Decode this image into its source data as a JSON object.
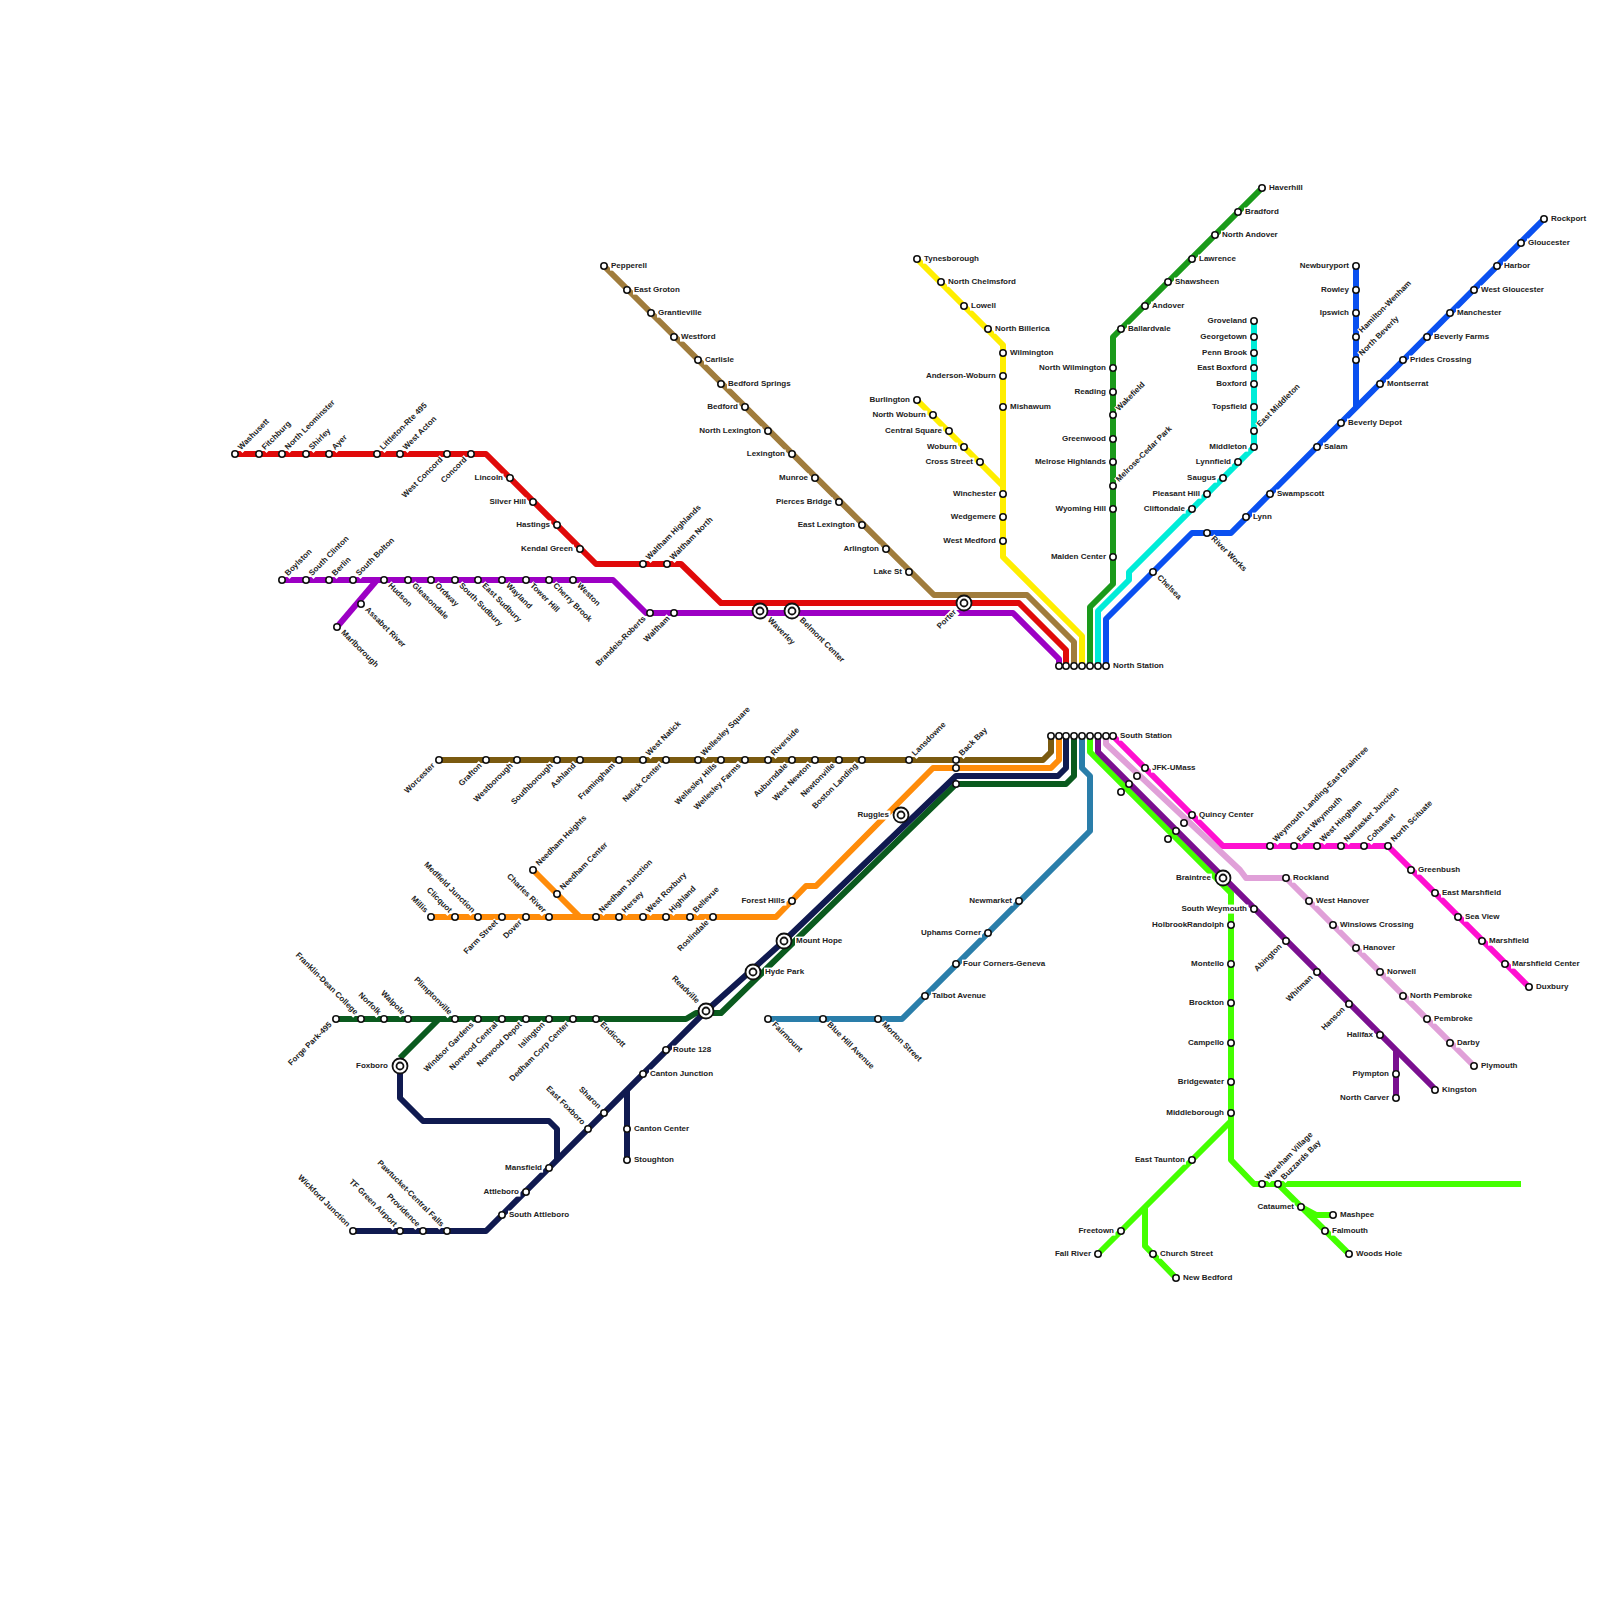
{
  "diagram": {
    "labels": [
      "North Station",
      "Washusett",
      "Fitchburg",
      "North Leominster",
      "Shirley",
      "Ayer",
      "Littleton-Rte 495",
      "West Acton",
      "West Concord",
      "Concord",
      "Lincoln",
      "Silver Hill",
      "Hastings",
      "Kendal Green",
      "Waltham Highlands",
      "Waltham North",
      "Waverley",
      "Belmont Center",
      "Porter",
      "Boylston",
      "South Clinton",
      "Berlin",
      "South Bolton",
      "Hudson",
      "Gleasondale",
      "Ordway",
      "South Sudbury",
      "East Sudbury",
      "Wayland",
      "Tower Hill",
      "Cherry Brook",
      "Weston",
      "Assabet River",
      "Marlborough",
      "Brandeis-Roberts",
      "Waltham",
      "Pepperell",
      "East Groton",
      "Grantieville",
      "Westford",
      "Carlisle",
      "Bedford Springs",
      "Bedford",
      "North Lexington",
      "Lexington",
      "Munroe",
      "Pierces Bridge",
      "East Lexington",
      "Arlington",
      "Lake St",
      "Tynesborough",
      "North Chelmsford",
      "Lowell",
      "North Billerica",
      "Wilmington",
      "Anderson-Woburn",
      "Mishawum",
      "Burlington",
      "North Woburn",
      "Central Square",
      "Woburn",
      "Cross Street",
      "Winchester",
      "Wedgemere",
      "West Medford",
      "Haverhill",
      "Bradford",
      "North Andover",
      "Lawrence",
      "Shawsheen",
      "Andover",
      "Ballardvale",
      "North Wilmington",
      "Reading",
      "Wakefield",
      "Greenwood",
      "Melrose Highlands",
      "Melrose-Cedar Park",
      "Wyoming Hill",
      "Malden Center",
      "Groveland",
      "Georgetown",
      "Penn Brook",
      "East Boxford",
      "Boxford",
      "Topsfield",
      "East Middleton",
      "Middleton",
      "Lynnfield",
      "Saugus",
      "Pleasant Hill",
      "Cliftondale",
      "Rockport",
      "Gloucester",
      "Harbor",
      "West Gloucester",
      "Manchester",
      "Beverly Farms",
      "Prides Crossing",
      "Montserrat",
      "Newburyport",
      "Rowley",
      "Ipswich",
      "Hamilton-Wenham",
      "North Beverly",
      "Beverly Depot",
      "Salam",
      "Swampscott",
      "Lynn",
      "River Works",
      "Chelsea",
      "South Station",
      "Worcester",
      "Grafton",
      "Westborough",
      "Southborough",
      "Ashland",
      "Framingham",
      "West Natick",
      "Natick Center",
      "Wellesley Square",
      "Wellesley Hills",
      "Wellesley Farms",
      "Riverside",
      "Auburndale",
      "West Newton",
      "Newtonville",
      "Boston Landing",
      "Lansdowne",
      "Back Bay",
      "Millis",
      "Clicquot",
      "Medfield Junction",
      "Farm Street",
      "Dover",
      "Charles River",
      "Needham Heights",
      "Needham Center",
      "Needham Junction",
      "Hersey",
      "West Roxbury",
      "Highland",
      "Bellevue",
      "Roslindale",
      "Forest Hills",
      "Ruggles",
      "Mount Hope",
      "Hyde Park",
      "Readville",
      "Route 128",
      "Canton Junction",
      "Canton Center",
      "Stoughton",
      "Sharon",
      "East Foxboro",
      "Mansfield",
      "Attleboro",
      "South Attleboro",
      "Pawtucket-Central Falls",
      "Providence",
      "TF Green Airport",
      "Wickford Junction",
      "Foxboro",
      "Forge Park-495",
      "Franklin-Dean College",
      "Norfolk",
      "Walpole",
      "Plimptonville",
      "Windsor Gardens",
      "Norwood Central",
      "Norwood Depot",
      "Islington",
      "Dedham Corp Center",
      "Endicott",
      "Newmarket",
      "Uphams Corner",
      "Four Corners-Geneva",
      "Talbot Avenue",
      "Morton Street",
      "Blue Hill Avenue",
      "Fairmount",
      "HolbrookRandolph",
      "Montello",
      "Brockton",
      "Campello",
      "Bridgewater",
      "Middleborough",
      "East Taunton",
      "Freetown",
      "Fall River",
      "Church Street",
      "New Bedford",
      "Wareham Village",
      "Buzzards Bay",
      "Cataumet",
      "Mashpee",
      "Falmouth",
      "Woods Hole",
      "Braintree",
      "JFK-UMass",
      "Quincy Center",
      "Weymouth Landing-East Braintree",
      "East Weymouth",
      "West Hingham",
      "Nantasket Junction",
      "Cohasset",
      "North Scituate",
      "Greenbush",
      "East Marshfield",
      "Sea View",
      "Marshfield",
      "Marshfield Center",
      "Duxbury",
      "Rockland",
      "West Hanover",
      "Winslows Crossing",
      "Hanover",
      "Norwell",
      "North Pembroke",
      "Pembroke",
      "Darby",
      "Plymouth",
      "South Weymouth",
      "Abington",
      "Whitman",
      "Hanson",
      "Halifax",
      "Plympton",
      "North Carver",
      "Kingston"
    ]
  }
}
